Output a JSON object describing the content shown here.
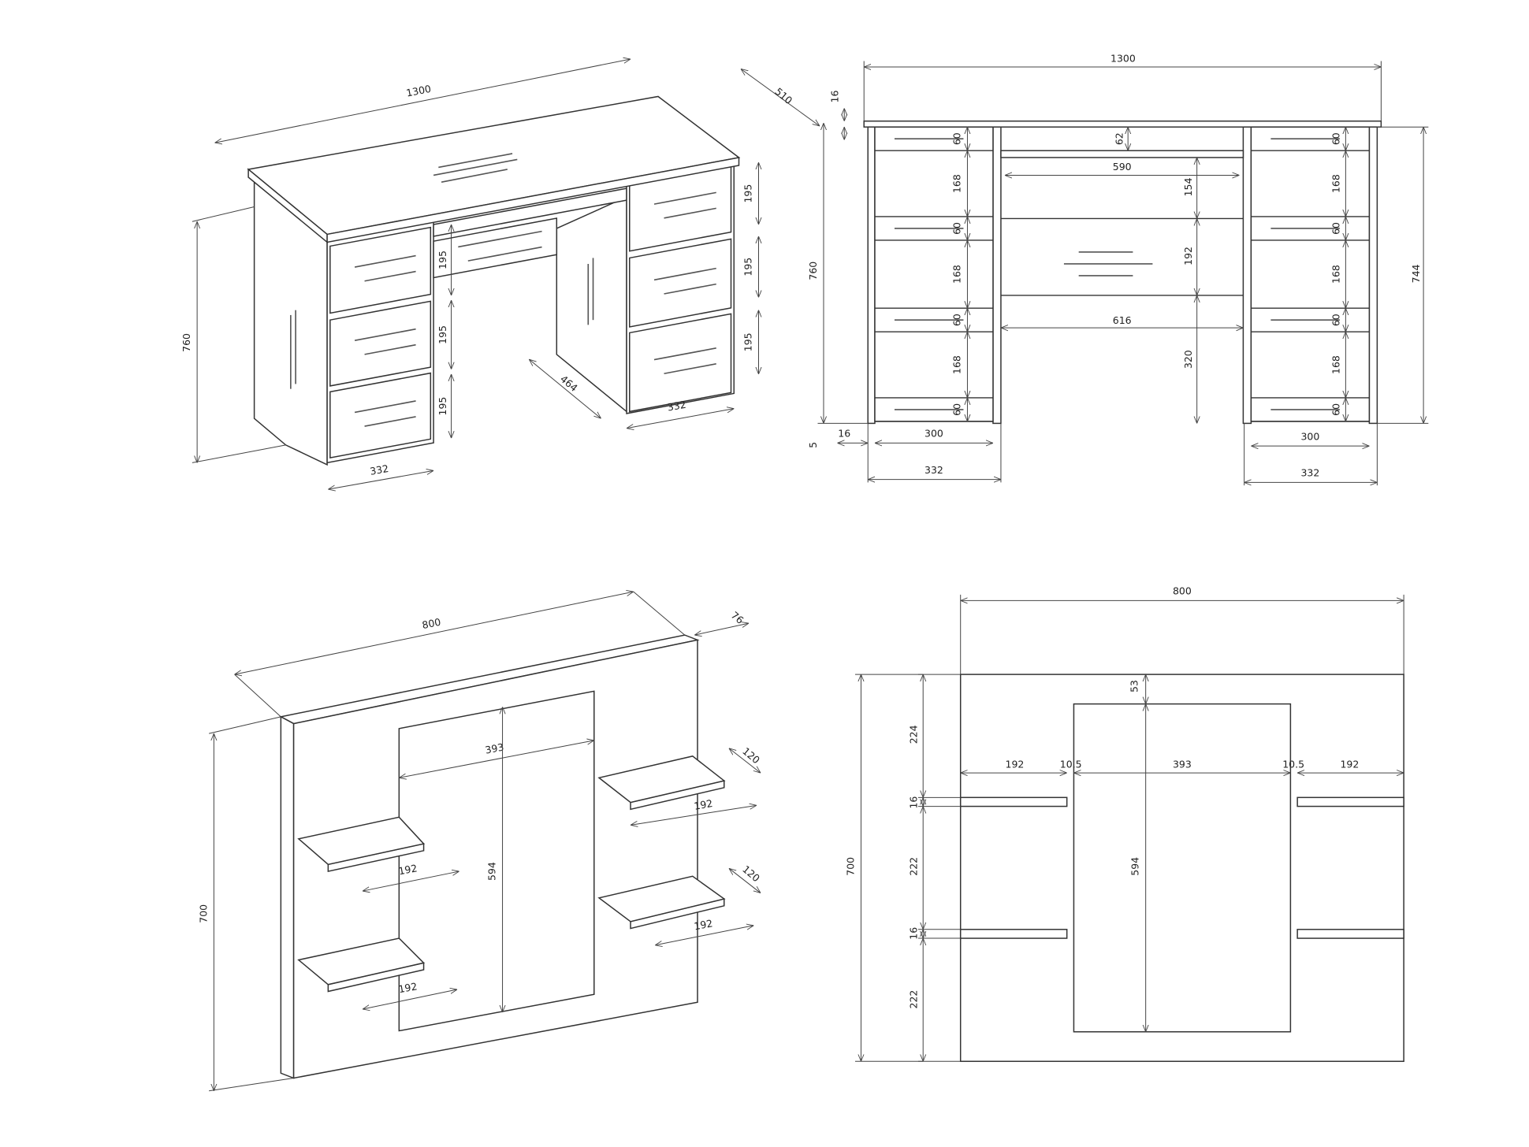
{
  "views": [
    {
      "name": "desk-isometric",
      "labels": [
        "1300",
        "510",
        "760",
        "195",
        "195",
        "195",
        "195",
        "195",
        "195",
        "464",
        "332",
        "332"
      ]
    },
    {
      "name": "desk-front-elevation",
      "labels": [
        "1300",
        "16",
        "760",
        "5",
        "16",
        "300",
        "332",
        "60",
        "168",
        "60",
        "168",
        "60",
        "168",
        "60",
        "62",
        "590",
        "154",
        "192",
        "320",
        "616",
        "60",
        "168",
        "60",
        "168",
        "60",
        "168",
        "60",
        "744",
        "300",
        "332"
      ]
    },
    {
      "name": "mirror-isometric",
      "labels": [
        "800",
        "76",
        "393",
        "594",
        "700",
        "120",
        "192",
        "120",
        "192",
        "192",
        "192"
      ]
    },
    {
      "name": "mirror-front-elevation",
      "labels": [
        "800",
        "53",
        "192",
        "10.5",
        "393",
        "10.5",
        "192",
        "224",
        "16",
        "222",
        "16",
        "222",
        "700",
        "594"
      ]
    }
  ],
  "colors": {
    "line": "#333333",
    "background": "#ffffff"
  }
}
